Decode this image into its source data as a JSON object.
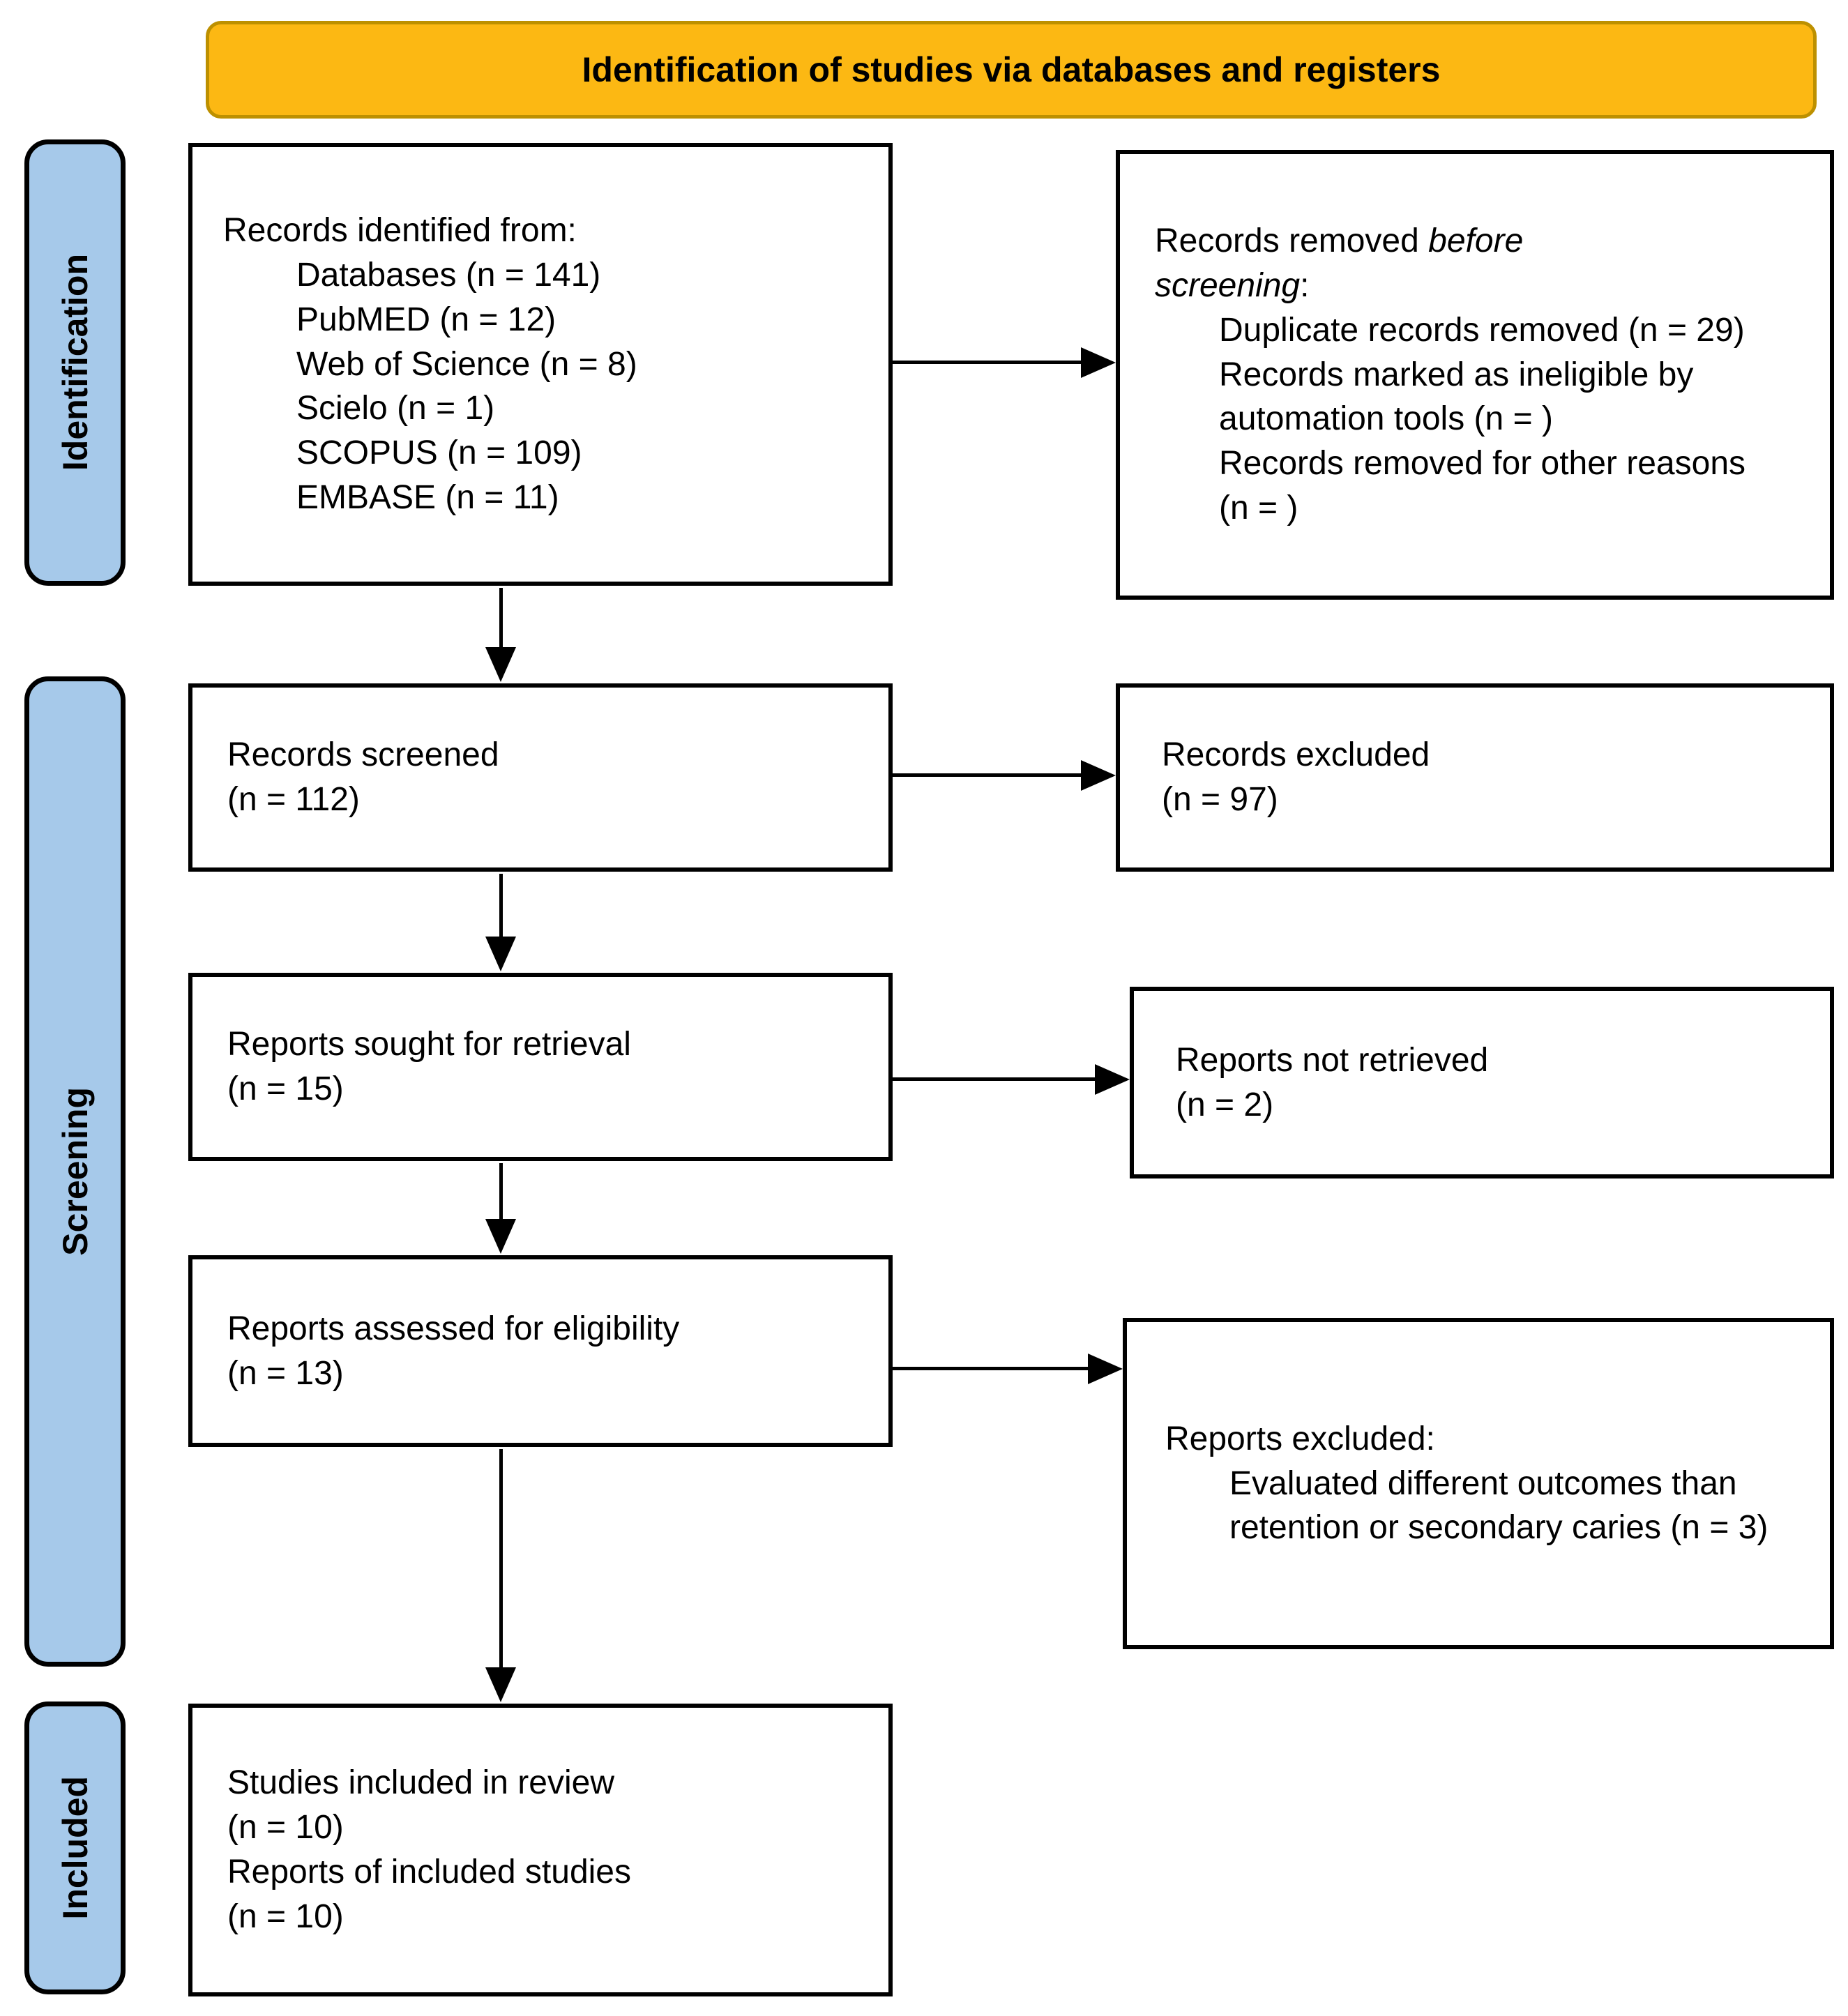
{
  "banner": {
    "title": "Identification of studies via databases and registers"
  },
  "stages": {
    "identification": "Identification",
    "screening": "Screening",
    "included": "Included"
  },
  "boxes": {
    "identified": {
      "head": "Records identified from:",
      "items": [
        "Databases (n = 141)",
        "PubMED (n = 12)",
        "Web of Science (n = 8)",
        "Scielo (n = 1)",
        "SCOPUS (n = 109)",
        "EMBASE (n = 11)"
      ]
    },
    "removed": {
      "head_prefix": "Records removed ",
      "head_italic": "before screening",
      "head_suffix": ":",
      "items": [
        "Duplicate records removed (n = 29)",
        "Records marked as ineligible by automation tools (n = )",
        "Records removed for other reasons (n = )"
      ]
    },
    "screened": {
      "lines": [
        "Records screened",
        "(n = 112)"
      ]
    },
    "excluded": {
      "lines": [
        "Records excluded",
        "(n = 97)"
      ]
    },
    "sought": {
      "lines": [
        "Reports sought for retrieval",
        "(n = 15)"
      ]
    },
    "not_retrieved": {
      "lines": [
        "Reports not retrieved",
        "(n = 2)"
      ]
    },
    "assessed": {
      "lines": [
        "Reports assessed for eligibility",
        "(n = 13)"
      ]
    },
    "reports_excluded": {
      "head": "Reports excluded:",
      "items": [
        "Evaluated different outcomes than retention or secondary caries (n = 3)"
      ]
    },
    "included_studies": {
      "lines": [
        "Studies included in review",
        "(n = 10)",
        "Reports of included studies",
        "(n = 10)"
      ]
    }
  },
  "colors": {
    "banner_fill": "#FCB813",
    "banner_border": "#BD9000",
    "stage_fill": "#A6C9EA",
    "box_border": "#000000",
    "arrow": "#000000"
  }
}
